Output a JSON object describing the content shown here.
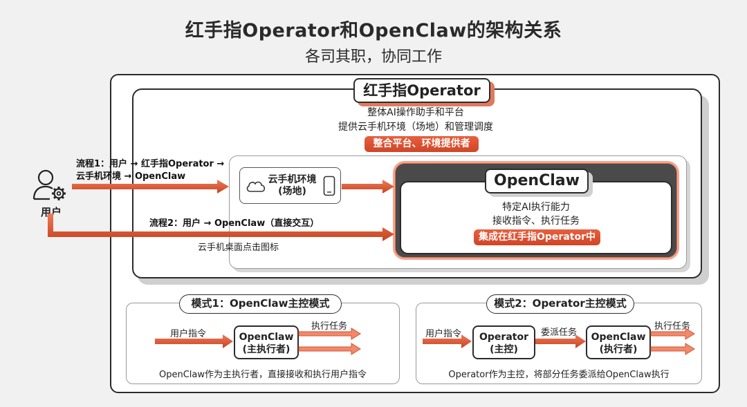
{
  "header": {
    "title": "红手指Operator和OpenClaw的架构关系",
    "subtitle": "各司其职，协同工作"
  },
  "operator": {
    "title": "红手指Operator",
    "desc_line1": "整体AI操作助手和平台",
    "desc_line2": "提供云手机环境（场地）和管理调度",
    "tag": "整合平台、环境提供者"
  },
  "cloud_env": {
    "line1": "云手机环境",
    "line2": "(场地)"
  },
  "openclaw": {
    "title": "OpenClaw",
    "desc_line1": "特定AI执行能力",
    "desc_line2": "接收指令、执行任务",
    "tag": "集成在红手指Operator中"
  },
  "user": {
    "label": "用户"
  },
  "flows": {
    "flow1_line1": "流程1：用户 → 红手指Operator →",
    "flow1_line2": "云手机环境 →  OpenClaw",
    "flow2": "流程2：用户 → OpenClaw（直接交互）",
    "flow2_note": "云手机桌面点击图标"
  },
  "mode1": {
    "title": "模式1：OpenClaw主控模式",
    "input_label": "用户指令",
    "node_line1": "OpenClaw",
    "node_line2": "(主执行者)",
    "output_label": "执行任务",
    "caption": "OpenClaw作为主执行者，直接接收和执行用户指令"
  },
  "mode2": {
    "title": "模式2：Operator主控模式",
    "input_label": "用户指令",
    "node1_line1": "Operator",
    "node1_line2": "(主控)",
    "middle_label": "委派任务",
    "node2_line1": "OpenClaw",
    "node2_line2": "(执行者)",
    "output_label": "执行任务",
    "caption": "Operator作为主控，将部分任务委派给OpenClaw执行"
  },
  "colors": {
    "accent": "#d9512f",
    "dark": "#2b2b2b",
    "background": "#f1f1f1"
  }
}
